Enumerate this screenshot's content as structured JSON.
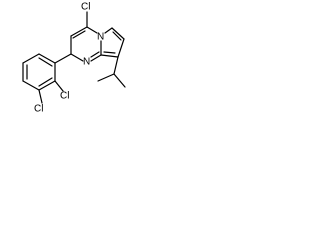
{
  "molecule": {
    "atom_labels": {
      "cl_top": "Cl",
      "n_pyrazole": "N",
      "n_pyrimidine": "N",
      "cl_ortho": "Cl",
      "cl_meta": "Cl"
    },
    "colors": {
      "bond": "#000000",
      "label": "#000000",
      "background": "#ffffff"
    }
  }
}
